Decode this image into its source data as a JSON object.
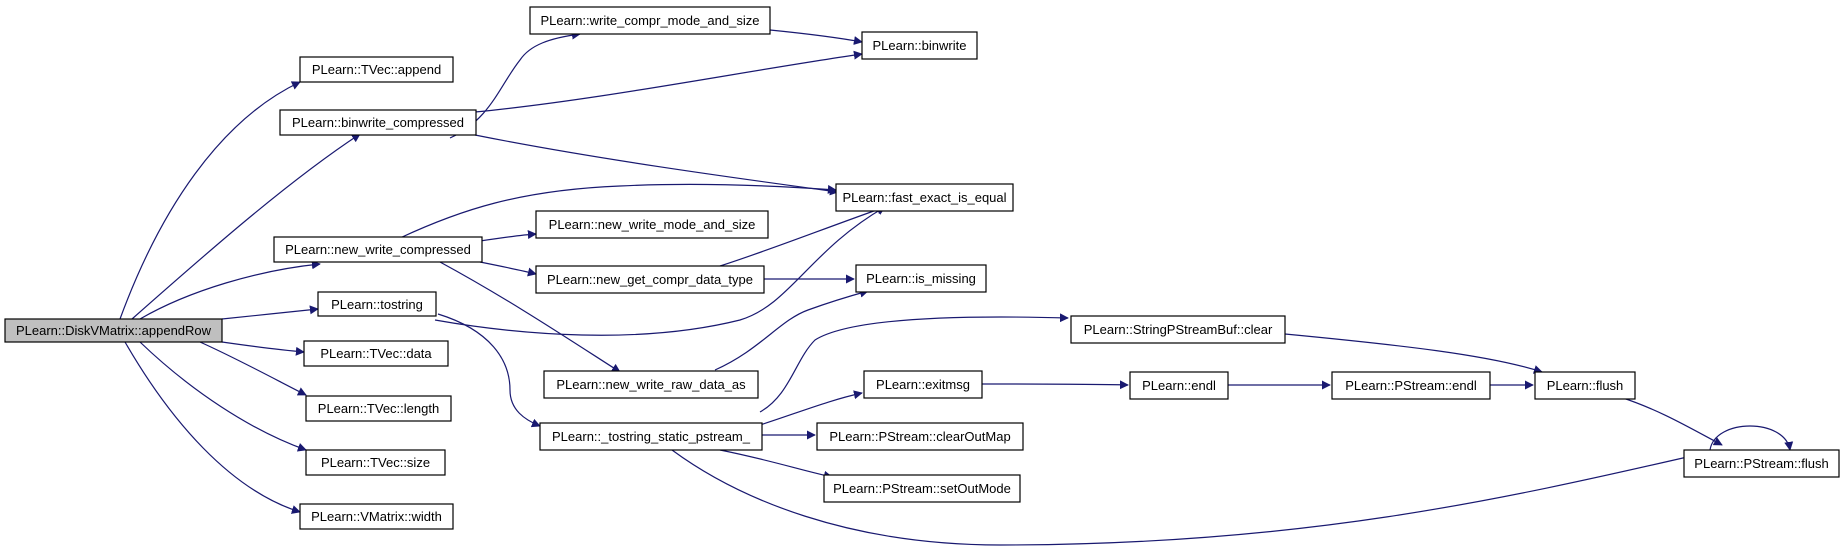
{
  "colors": {
    "edge": "#191970",
    "node_fill": "#ffffff",
    "root_fill": "#bfbfbf",
    "border": "#000000"
  },
  "nodes": [
    {
      "id": "appendRow",
      "label": "PLearn::DiskVMatrix::appendRow",
      "highlight": true
    },
    {
      "id": "tvec_append",
      "label": "PLearn::TVec::append"
    },
    {
      "id": "binwrite_compressed",
      "label": "PLearn::binwrite_compressed"
    },
    {
      "id": "new_write_compressed",
      "label": "PLearn::new_write_compressed"
    },
    {
      "id": "tostring",
      "label": "PLearn::tostring"
    },
    {
      "id": "tvec_data",
      "label": "PLearn::TVec::data"
    },
    {
      "id": "tvec_length",
      "label": "PLearn::TVec::length"
    },
    {
      "id": "tvec_size",
      "label": "PLearn::TVec::size"
    },
    {
      "id": "vmatrix_width",
      "label": "PLearn::VMatrix::width"
    },
    {
      "id": "write_compr_mode_and_size",
      "label": "PLearn::write_compr_mode_and_size"
    },
    {
      "id": "binwrite",
      "label": "PLearn::binwrite"
    },
    {
      "id": "fast_exact_is_equal",
      "label": "PLearn::fast_exact_is_equal"
    },
    {
      "id": "new_write_mode_and_size",
      "label": "PLearn::new_write_mode_and_size"
    },
    {
      "id": "new_get_compr_data_type",
      "label": "PLearn::new_get_compr_data_type"
    },
    {
      "id": "is_missing",
      "label": "PLearn::is_missing"
    },
    {
      "id": "new_write_raw_data_as",
      "label": "PLearn::new_write_raw_data_as"
    },
    {
      "id": "tostring_static_pstream",
      "label": "PLearn::_tostring_static_pstream_"
    },
    {
      "id": "stringpstreambuf_clear",
      "label": "PLearn::StringPStreamBuf::clear"
    },
    {
      "id": "exitmsg",
      "label": "PLearn::exitmsg"
    },
    {
      "id": "clearoutmap",
      "label": "PLearn::PStream::clearOutMap"
    },
    {
      "id": "setoutmode",
      "label": "PLearn::PStream::setOutMode"
    },
    {
      "id": "endl",
      "label": "PLearn::endl"
    },
    {
      "id": "pstream_endl",
      "label": "PLearn::PStream::endl"
    },
    {
      "id": "flush",
      "label": "PLearn::flush"
    },
    {
      "id": "pstream_flush",
      "label": "PLearn::PStream::flush"
    }
  ],
  "edges": [
    [
      "appendRow",
      "tvec_append"
    ],
    [
      "appendRow",
      "binwrite_compressed"
    ],
    [
      "appendRow",
      "new_write_compressed"
    ],
    [
      "appendRow",
      "tostring"
    ],
    [
      "appendRow",
      "tvec_data"
    ],
    [
      "appendRow",
      "tvec_length"
    ],
    [
      "appendRow",
      "tvec_size"
    ],
    [
      "appendRow",
      "vmatrix_width"
    ],
    [
      "binwrite_compressed",
      "write_compr_mode_and_size"
    ],
    [
      "binwrite_compressed",
      "binwrite"
    ],
    [
      "binwrite_compressed",
      "fast_exact_is_equal"
    ],
    [
      "write_compr_mode_and_size",
      "binwrite"
    ],
    [
      "new_write_compressed",
      "fast_exact_is_equal"
    ],
    [
      "new_write_compressed",
      "new_write_mode_and_size"
    ],
    [
      "new_write_compressed",
      "new_get_compr_data_type"
    ],
    [
      "new_write_compressed",
      "new_write_raw_data_as"
    ],
    [
      "new_get_compr_data_type",
      "fast_exact_is_equal"
    ],
    [
      "new_get_compr_data_type",
      "is_missing"
    ],
    [
      "new_write_raw_data_as",
      "is_missing"
    ],
    [
      "tostring",
      "fast_exact_is_equal"
    ],
    [
      "tostring",
      "tostring_static_pstream"
    ],
    [
      "tostring_static_pstream",
      "stringpstreambuf_clear"
    ],
    [
      "tostring_static_pstream",
      "exitmsg"
    ],
    [
      "tostring_static_pstream",
      "clearoutmap"
    ],
    [
      "tostring_static_pstream",
      "setoutmode"
    ],
    [
      "tostring_static_pstream",
      "pstream_flush"
    ],
    [
      "exitmsg",
      "endl"
    ],
    [
      "endl",
      "pstream_endl"
    ],
    [
      "pstream_endl",
      "flush"
    ],
    [
      "stringpstreambuf_clear",
      "flush"
    ],
    [
      "flush",
      "pstream_flush"
    ],
    [
      "pstream_flush",
      "pstream_flush"
    ]
  ]
}
